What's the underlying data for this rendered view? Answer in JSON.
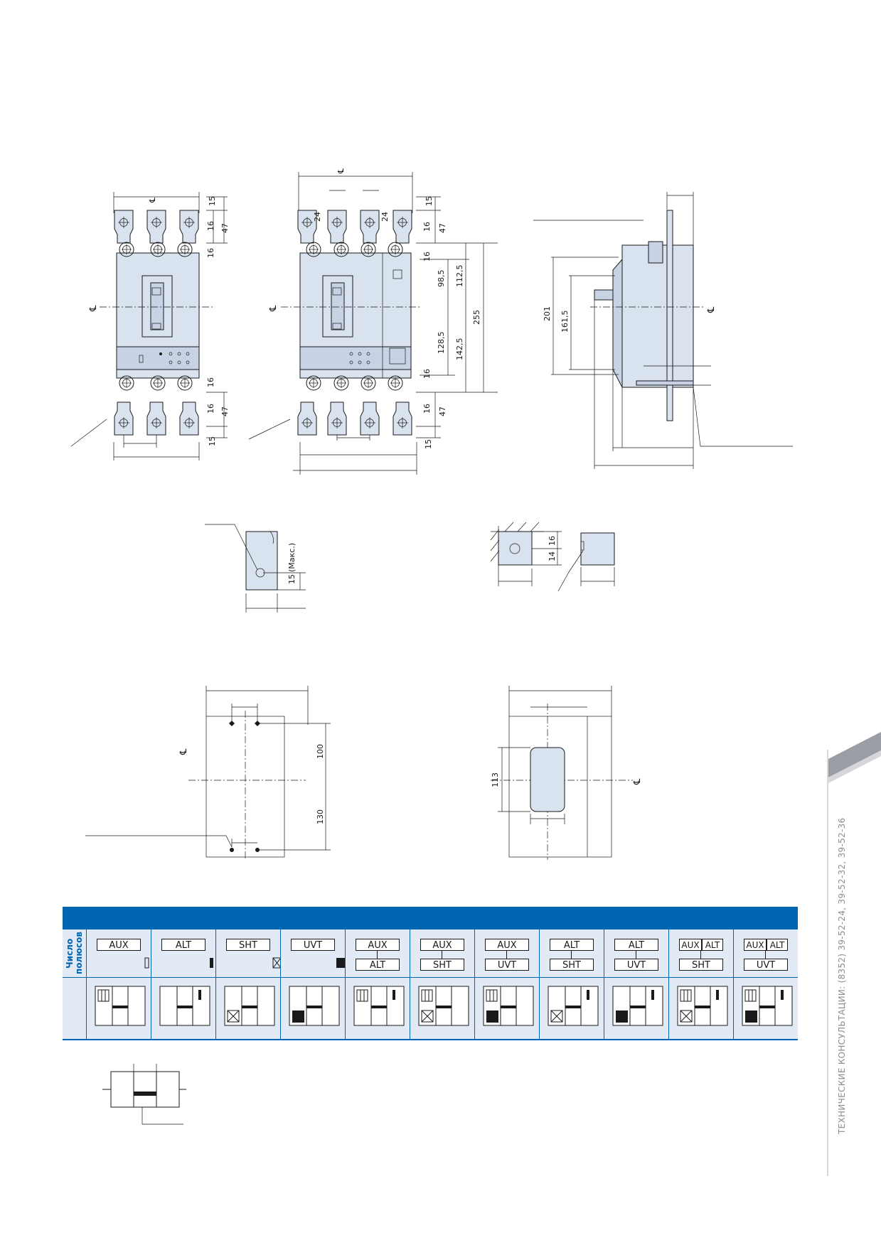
{
  "drawings": {
    "three_pole": {
      "dims": {
        "top_a": "15",
        "top_b": "16",
        "top_c": "47",
        "mid": "16",
        "low_a": "16",
        "low_b": "16",
        "low_c": "47",
        "bot": "15"
      }
    },
    "four_pole": {
      "dims": {
        "top_a": "15",
        "top_b": "16",
        "top_c": "47",
        "gap_a": "24",
        "gap_b": "24",
        "mid": "16",
        "h1": "98,5",
        "h2": "112,5",
        "total": "255",
        "h3": "128,5",
        "h4": "142,5",
        "low": "16",
        "low_b": "16",
        "low_c": "47",
        "bot": "15"
      }
    },
    "side_view": {
      "dims": {
        "d1": "201",
        "d2": "161,5"
      }
    },
    "terminal_detail": {
      "dims": {
        "d1": "15",
        "note": "(Макс.)"
      }
    },
    "bar_detail": {
      "dims": {
        "d1": "16",
        "d2": "14"
      }
    },
    "mounting_holes": {
      "dims": {
        "d1": "100",
        "d2": "130"
      }
    },
    "panel_cutout": {
      "dims": {
        "d1": "113"
      }
    }
  },
  "table": {
    "poles_label": "Число полюсов",
    "columns": [
      {
        "type": "single",
        "labels": [
          "AUX"
        ]
      },
      {
        "type": "single",
        "labels": [
          "ALT"
        ]
      },
      {
        "type": "single",
        "labels": [
          "SHT"
        ]
      },
      {
        "type": "single",
        "labels": [
          "UVT"
        ]
      },
      {
        "type": "stack",
        "labels": [
          "AUX",
          "ALT"
        ]
      },
      {
        "type": "stack",
        "labels": [
          "AUX",
          "SHT"
        ]
      },
      {
        "type": "stack",
        "labels": [
          "AUX",
          "UVT"
        ]
      },
      {
        "type": "stack",
        "labels": [
          "ALT",
          "SHT"
        ]
      },
      {
        "type": "stack",
        "labels": [
          "ALT",
          "UVT"
        ]
      },
      {
        "type": "tri",
        "labels": [
          "AUX",
          "ALT",
          "SHT"
        ]
      },
      {
        "type": "tri",
        "labels": [
          "AUX",
          "ALT",
          "UVT"
        ]
      }
    ]
  },
  "side": {
    "text": "ТЕХНИЧЕСКИЕ КОНСУЛЬТАЦИИ: (8352) 39-52-24, 39-52-32, 39-52-36"
  },
  "colors": {
    "accent": "#0065b3",
    "body": "#d9e2ef",
    "cell": "#e2eaf5"
  }
}
